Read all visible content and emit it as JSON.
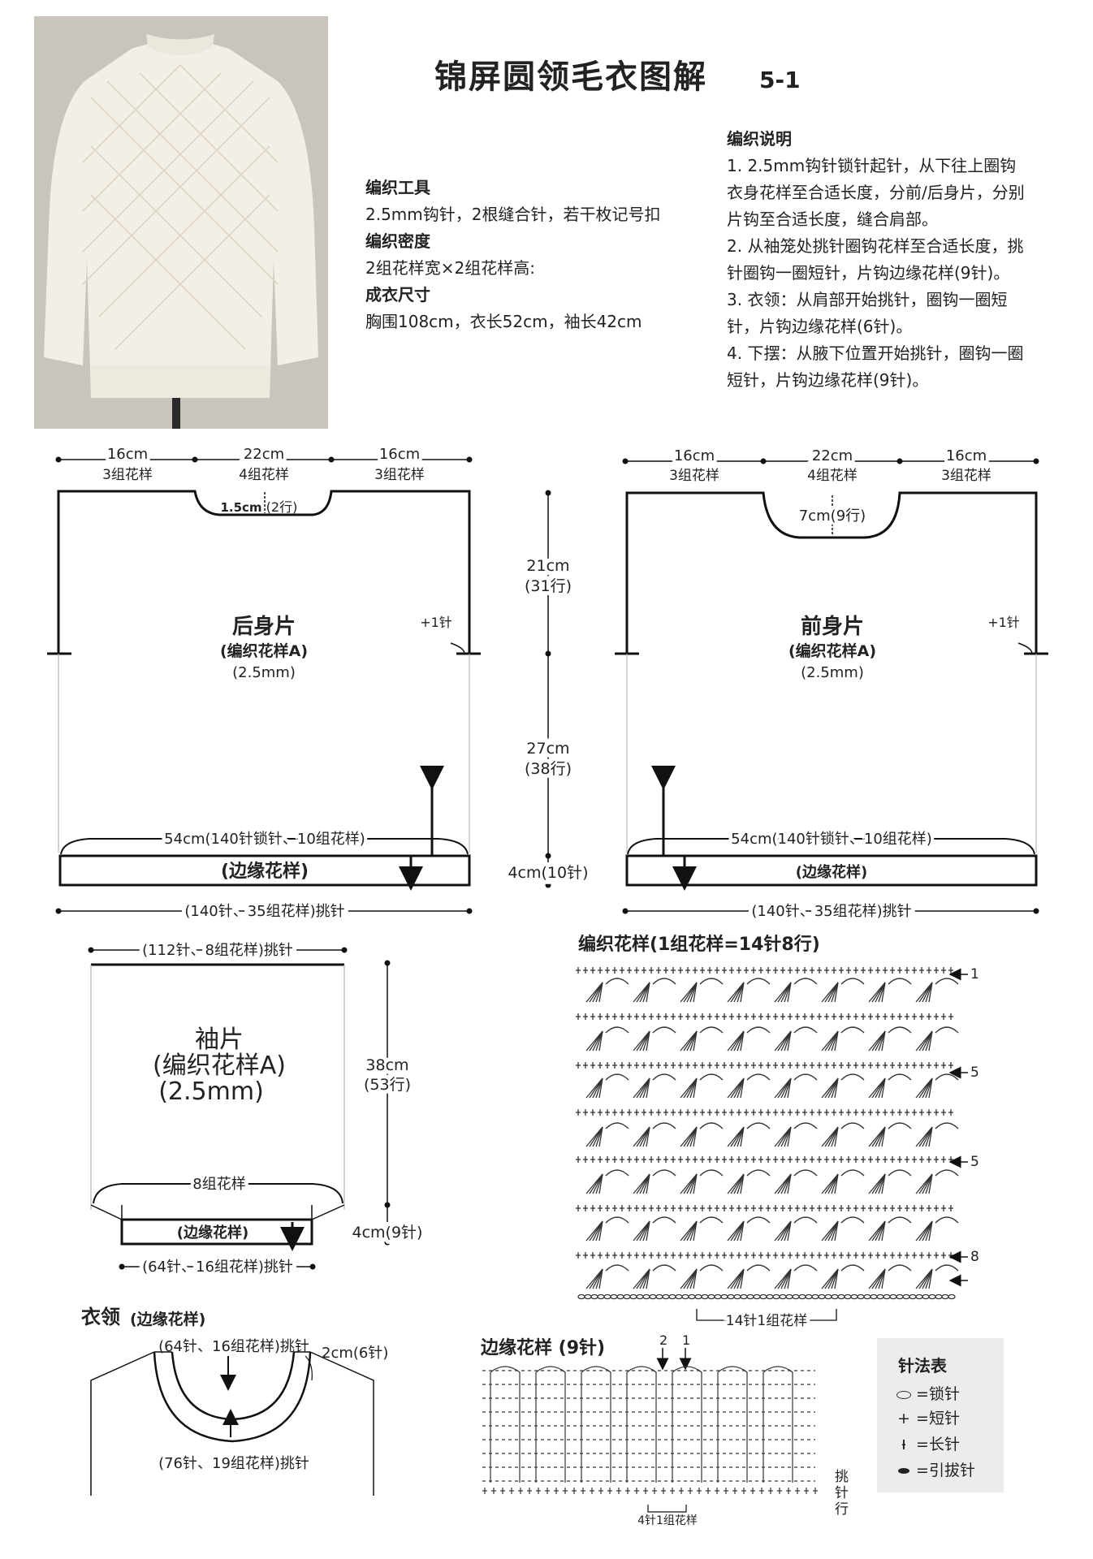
{
  "title": "锦屏圆领毛衣图解",
  "title_num": "5-1",
  "tools": {
    "h1": "编织工具",
    "l1": "2.5mm钩针，2根缝合针，若干枚记号扣",
    "h2": "编织密度",
    "l2": "2组花样宽×2组花样高:",
    "h3": "成衣尺寸",
    "l3": "胸围108cm，衣长52cm，袖长42cm"
  },
  "notes": {
    "h": "编织说明",
    "lines": [
      "1. 2.5mm钩针锁针起针，从下往上圈钩",
      "衣身花样至合适长度，分前/后身片，分别",
      "片钩至合适长度，缝合肩部。",
      "2. 从袖笼处挑针圈钩花样至合适长度，挑",
      "针圈钩一圈短针，片钩边缘花样(9针)。",
      "3. 衣领：从肩部开始挑针，圈钩一圈短",
      "针，片钩边缘花样(6针)。",
      "4. 下摆：从腋下位置开始挑针，圈钩一圈",
      "短针，片钩边缘花样(9针)。"
    ]
  },
  "back": {
    "w_left": "16cm",
    "w_left_sub": "3组花样",
    "w_mid": "22cm",
    "w_mid_sub": "4组花样",
    "w_right": "16cm",
    "w_right_sub": "3组花样",
    "neck": "1.5cm",
    "neck_rows": "(2行)",
    "inc": "+1针",
    "name": "后身片",
    "pattern": "(编织花样A)",
    "hook": "(2.5mm)",
    "bottom": "54cm(140针锁针、10组花样)",
    "edge": "(边缘花样)",
    "pickup": "(140针、35组花样)挑针"
  },
  "front": {
    "w_left": "16cm",
    "w_left_sub": "3组花样",
    "w_mid": "22cm",
    "w_mid_sub": "4组花样",
    "w_right": "16cm",
    "w_right_sub": "3组花样",
    "neck": "7cm(9行)",
    "inc": "+1针",
    "name": "前身片",
    "pattern": "(编织花样A)",
    "hook": "(2.5mm)",
    "bottom": "54cm(140针锁针、10组花样)",
    "edge": "(边缘花样)",
    "pickup": "(140针、35组花样)挑针"
  },
  "mid_dims": {
    "d1": "21cm",
    "d1_rows": "(31行)",
    "d2": "27cm",
    "d2_rows": "(38行)",
    "d3": "4cm(10针)"
  },
  "sleeve": {
    "top": "(112针、8组花样)挑针",
    "name": "袖片",
    "pattern": "(编织花样A)",
    "hook": "(2.5mm)",
    "groups": "8组花样",
    "edge": "(边缘花样)",
    "pickup": "(64针、16组花样)挑针",
    "len": "38cm",
    "len_rows": "(53行)",
    "cuff": "4cm(9针)"
  },
  "collar": {
    "title": "衣领",
    "title_sub": "(边缘花样)",
    "top": "(64针、16组花样)挑针",
    "width": "2cm(6针)",
    "bottom": "(76针、19组花样)挑针"
  },
  "chart_a": {
    "title": "编织花样(1组花样=14针8行)",
    "row1": "1",
    "row5a": "5",
    "row5b": "5",
    "row8": "8",
    "repeat": "14针1组花样"
  },
  "edge_chart": {
    "title": "边缘花样 (9针)",
    "n2": "2",
    "n1": "1",
    "side": [
      "挑",
      "针",
      "行"
    ],
    "repeat": "4针1组花样"
  },
  "legend": {
    "title": "针法表",
    "items": [
      "=锁针",
      "=短针",
      "=长针",
      "=引拔针"
    ]
  }
}
